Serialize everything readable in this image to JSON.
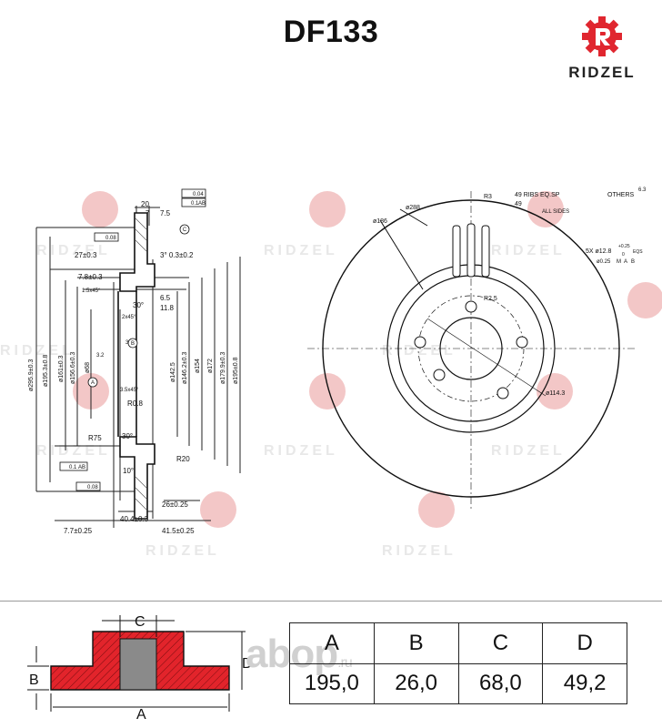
{
  "title": "DF133",
  "brand": {
    "name": "RIDZEL",
    "watermark": "RIDZEL",
    "logo_color": "#e0262f"
  },
  "watermark_site": {
    "name": "abop",
    "suffix": ".ru"
  },
  "section": {
    "dims": [
      "20",
      "7",
      "7.5",
      "27±0.3",
      "3° 0.3±0.2",
      "7.8±0.3",
      "6.5",
      "11.8",
      "30°",
      "1.5x45°",
      "2x45°",
      "3.5x45°",
      "R0.8",
      "R75",
      "R20",
      "30°",
      "10°",
      "26±0.25",
      "40.4±0.3",
      "41.5±0.25",
      "7.7±0.25",
      "3.2",
      "3.2"
    ],
    "diameters": [
      "ø295.9±0.3",
      "ø195.3±0.8",
      "ø161±0.3",
      "ø156.6±0.3",
      "ø68",
      "ø142.5",
      "ø146.2±0.3",
      "ø154",
      "ø172",
      "ø179.9±0.3",
      "ø195±0.8"
    ],
    "tolerances": [
      "0.04",
      "0.1",
      "AB",
      "0.08",
      "0.1",
      "AB",
      "0.08"
    ],
    "datums": [
      "A",
      "B",
      "C"
    ]
  },
  "face": {
    "labels": [
      "ø288",
      "ø186",
      "R3",
      "49 RIBS EQ.SP",
      "49",
      "ALL SIDES",
      "OTHERS",
      "6.3",
      "5X ø12.8",
      "+0.25",
      "0",
      "EQS",
      "ø0.25",
      "M",
      "A",
      "B",
      "R2.5",
      "ø114.3"
    ]
  },
  "schematic": {
    "labels": [
      "A",
      "B",
      "C",
      "D"
    ]
  },
  "spec_table": {
    "headers": [
      "A",
      "B",
      "C",
      "D"
    ],
    "values": [
      "195,0",
      "26,0",
      "68,0",
      "49,2"
    ]
  }
}
